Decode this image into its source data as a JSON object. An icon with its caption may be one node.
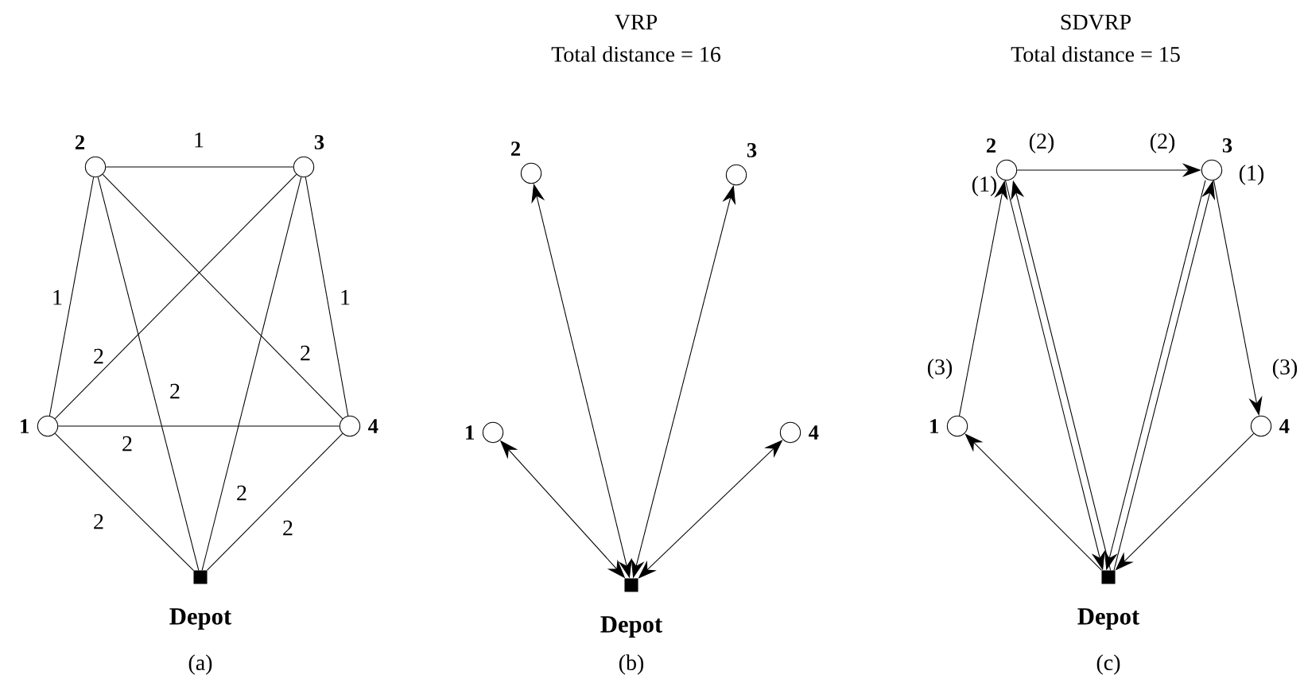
{
  "diagram": {
    "nodes": [
      {
        "text": [
          "1"
        ]
      },
      {
        "text": [
          "2"
        ]
      },
      {
        "text": [
          "3"
        ]
      },
      {
        "text": [
          "4"
        ]
      },
      {
        "text": [
          "Depot"
        ]
      },
      {
        "text": [
          "1"
        ]
      },
      {
        "text": [
          "2"
        ]
      },
      {
        "text": [
          "3"
        ]
      },
      {
        "text": [
          "4"
        ]
      },
      {
        "text": [
          "Depot"
        ]
      },
      {
        "text": [
          "1"
        ],
        "beside": [
          "(3)"
        ]
      },
      {
        "text": [
          "2"
        ],
        "beside": [
          "(1)",
          "(2)"
        ]
      },
      {
        "text": [
          "3"
        ],
        "beside": [
          "(2)",
          "(1)"
        ]
      },
      {
        "text": [
          "4"
        ],
        "beside": [
          "(3)"
        ]
      },
      {
        "text": [
          "Depot"
        ]
      }
    ],
    "edges": [
      {
        "from": 0,
        "to": 1,
        "arrow": "none",
        "label": "1"
      },
      {
        "from": 1,
        "to": 2,
        "arrow": "none",
        "label": "1"
      },
      {
        "from": 2,
        "to": 3,
        "arrow": "none",
        "label": "1"
      },
      {
        "from": 0,
        "to": 2,
        "arrow": "none",
        "label": "2"
      },
      {
        "from": 1,
        "to": 3,
        "arrow": "none",
        "label": "2"
      },
      {
        "from": 1,
        "to": 4,
        "arrow": "none",
        "label": "2"
      },
      {
        "from": 0,
        "to": 3,
        "arrow": "none",
        "label": "2"
      },
      {
        "from": 0,
        "to": 4,
        "arrow": "none",
        "label": "2"
      },
      {
        "from": 2,
        "to": 4,
        "arrow": "none",
        "label": "2"
      },
      {
        "from": 3,
        "to": 4,
        "arrow": "none",
        "label": "2"
      },
      {
        "from": 9,
        "to": 5,
        "arrow": "both"
      },
      {
        "from": 9,
        "to": 6,
        "arrow": "both"
      },
      {
        "from": 9,
        "to": 7,
        "arrow": "both"
      },
      {
        "from": 9,
        "to": 8,
        "arrow": "both"
      },
      {
        "from": 14,
        "to": 10,
        "arrow": "to"
      },
      {
        "from": 10,
        "to": 11,
        "arrow": "to"
      },
      {
        "from": 11,
        "to": 14,
        "arrow": "to"
      },
      {
        "from": 14,
        "to": 11,
        "arrow": "to"
      },
      {
        "from": 11,
        "to": 12,
        "arrow": "to"
      },
      {
        "from": 12,
        "to": 14,
        "arrow": "to"
      },
      {
        "from": 14,
        "to": 12,
        "arrow": "to"
      },
      {
        "from": 12,
        "to": 13,
        "arrow": "to"
      },
      {
        "from": 13,
        "to": 14,
        "arrow": "to"
      }
    ],
    "labels": [
      "VRP",
      "Total distance = 16",
      "SDVRP",
      "Total distance = 15",
      "(a)",
      "(b)",
      "(c)"
    ]
  }
}
